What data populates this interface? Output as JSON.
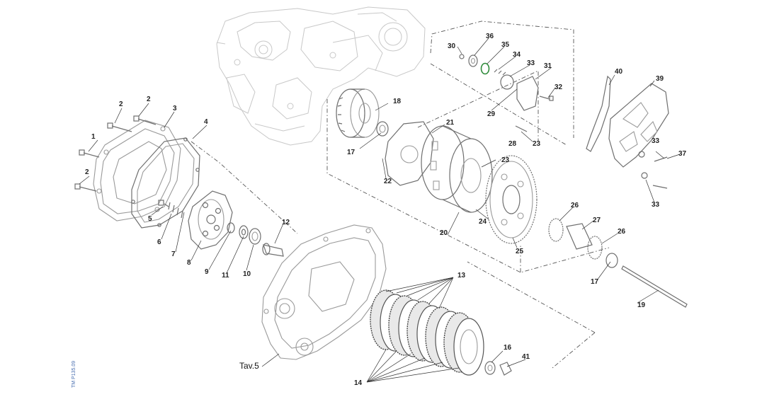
{
  "labels": [
    {
      "id": "1",
      "text": "1"
    },
    {
      "id": "2a",
      "text": "2"
    },
    {
      "id": "2b",
      "text": "2"
    },
    {
      "id": "2c",
      "text": "2"
    },
    {
      "id": "3",
      "text": "3"
    },
    {
      "id": "4",
      "text": "4"
    },
    {
      "id": "5",
      "text": "5"
    },
    {
      "id": "6",
      "text": "6"
    },
    {
      "id": "7",
      "text": "7"
    },
    {
      "id": "8",
      "text": "8"
    },
    {
      "id": "9",
      "text": "9"
    },
    {
      "id": "10",
      "text": "10"
    },
    {
      "id": "11",
      "text": "11"
    },
    {
      "id": "12",
      "text": "12"
    },
    {
      "id": "13",
      "text": "13"
    },
    {
      "id": "14",
      "text": "14"
    },
    {
      "id": "16a",
      "text": "16"
    },
    {
      "id": "17a",
      "text": "17"
    },
    {
      "id": "17b",
      "text": "17"
    },
    {
      "id": "18",
      "text": "18"
    },
    {
      "id": "19",
      "text": "19"
    },
    {
      "id": "20",
      "text": "20"
    },
    {
      "id": "21",
      "text": "21"
    },
    {
      "id": "22",
      "text": "22"
    },
    {
      "id": "23a",
      "text": "23"
    },
    {
      "id": "23b",
      "text": "23"
    },
    {
      "id": "24",
      "text": "24"
    },
    {
      "id": "25",
      "text": "25"
    },
    {
      "id": "26a",
      "text": "26"
    },
    {
      "id": "26b",
      "text": "26"
    },
    {
      "id": "27",
      "text": "27"
    },
    {
      "id": "28",
      "text": "28"
    },
    {
      "id": "29",
      "text": "29"
    },
    {
      "id": "30",
      "text": "30"
    },
    {
      "id": "31",
      "text": "31"
    },
    {
      "id": "32",
      "text": "32"
    },
    {
      "id": "33a",
      "text": "33"
    },
    {
      "id": "33b",
      "text": "33"
    },
    {
      "id": "33c",
      "text": "33"
    },
    {
      "id": "34",
      "text": "34"
    },
    {
      "id": "35",
      "text": "35"
    },
    {
      "id": "36",
      "text": "36"
    },
    {
      "id": "37",
      "text": "37"
    },
    {
      "id": "39",
      "text": "39"
    },
    {
      "id": "40",
      "text": "40"
    },
    {
      "id": "41",
      "text": "41"
    }
  ],
  "table_ref": "Tav.5",
  "drawing_code": "TM P135.09",
  "highlight_color": "#2e8b3a"
}
